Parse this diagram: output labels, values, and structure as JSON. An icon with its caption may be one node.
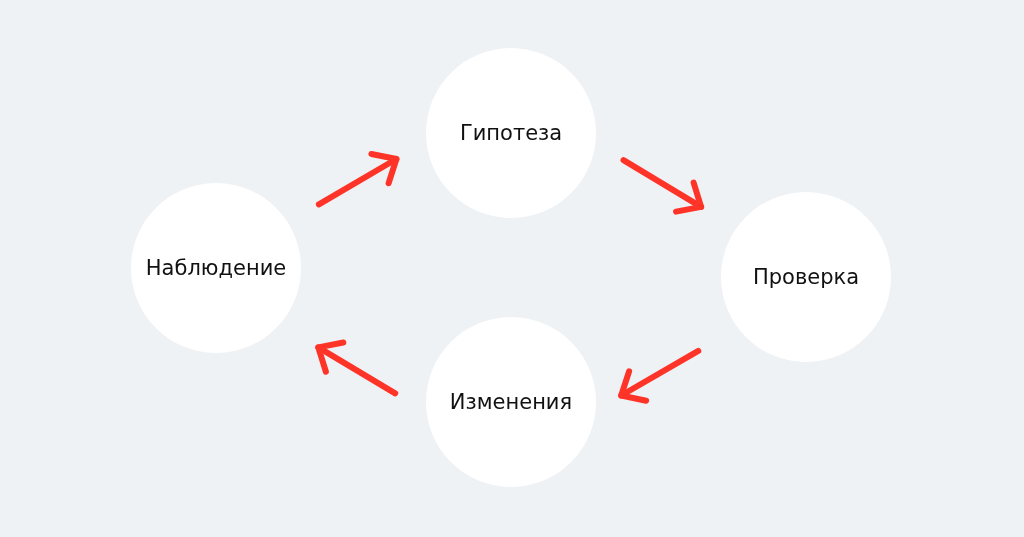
{
  "diagram": {
    "nodes": [
      {
        "text": [
          "Наблюдение"
        ]
      },
      {
        "text": [
          "Гипотеза"
        ]
      },
      {
        "text": [
          "Проверка"
        ]
      },
      {
        "text": [
          "Изменения"
        ]
      }
    ],
    "edges": [
      {
        "from": 0,
        "to": 1,
        "arrow": "to"
      },
      {
        "from": 1,
        "to": 2,
        "arrow": "to"
      },
      {
        "from": 2,
        "to": 3,
        "arrow": "to"
      },
      {
        "from": 3,
        "to": 0,
        "arrow": "to"
      }
    ]
  }
}
